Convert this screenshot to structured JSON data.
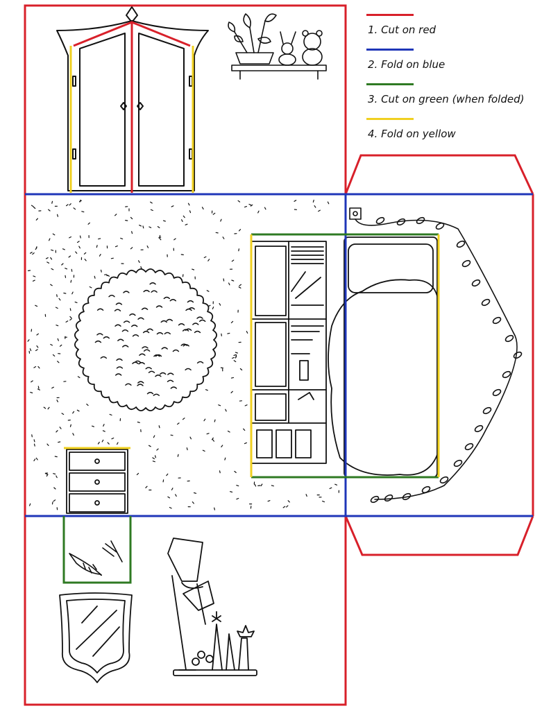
{
  "legend": [
    {
      "text": "1. Cut on red",
      "color": "#d8202a"
    },
    {
      "text": "2. Fold on blue",
      "color": "#1f36b8"
    },
    {
      "text": "3. Cut on green (when folded)",
      "color": "#2f7a23"
    },
    {
      "text": "4. Fold on yellow",
      "color": "#f0d020"
    }
  ],
  "icons": [
    "wardrobe-icon",
    "shelf-with-toys-icon",
    "rug-icon",
    "bookshelf-icon",
    "bed-icon",
    "fairy-lights-icon",
    "dresser-icon",
    "hairbrush-icon",
    "mirror-icon",
    "lamp-icon",
    "wall-outlet-icon"
  ]
}
